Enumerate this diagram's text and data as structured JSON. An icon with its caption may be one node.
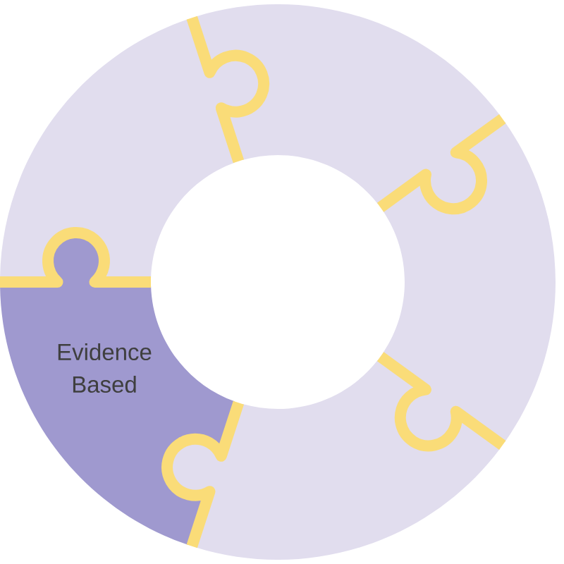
{
  "diagram": {
    "nodes": [
      {
        "text": [],
        "shape": "segment"
      },
      {
        "text": [],
        "shape": "segment"
      },
      {
        "text": [],
        "shape": "segment"
      },
      {
        "text": [],
        "shape": "segment"
      },
      {
        "text": [
          "Evidence Based"
        ]
      }
    ]
  }
}
